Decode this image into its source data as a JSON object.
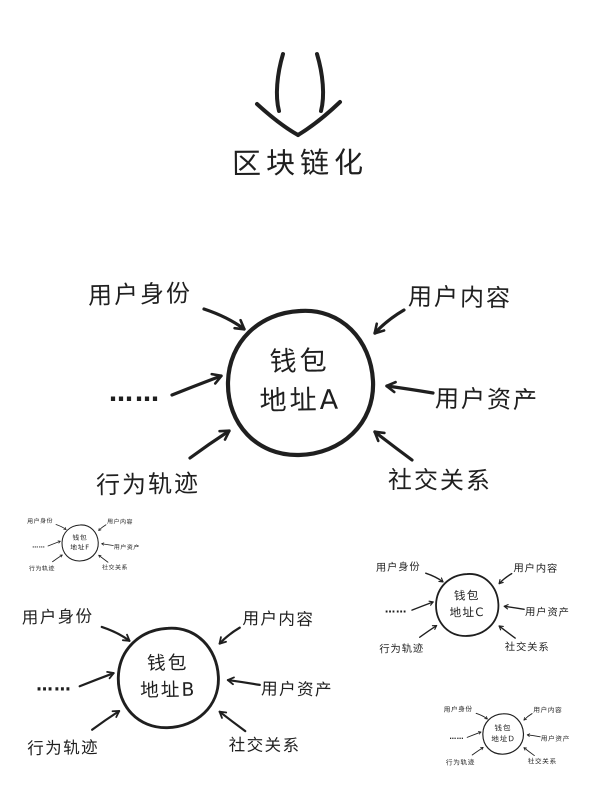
{
  "heading": {
    "text": "区块链化"
  },
  "icons": {
    "top_arrow": "hand-drawn-down-arrow"
  },
  "spoke_labels": {
    "identity": "用户身份",
    "content": "用户内容",
    "ellipsis": "……",
    "assets": "用户资产",
    "behavior": "行为轨迹",
    "social": "社交关系"
  },
  "diagrams": {
    "a": {
      "line1": "钱包",
      "line2": "地址A"
    },
    "f": {
      "line1": "钱包",
      "line2": "地址F"
    },
    "b": {
      "line1": "钱包",
      "line2": "地址B"
    },
    "c": {
      "line1": "钱包",
      "line2": "地址C"
    },
    "d": {
      "line1": "钱包",
      "line2": "地址D"
    }
  },
  "colors": {
    "ink": "#1f1f1f",
    "background": "#ffffff"
  }
}
